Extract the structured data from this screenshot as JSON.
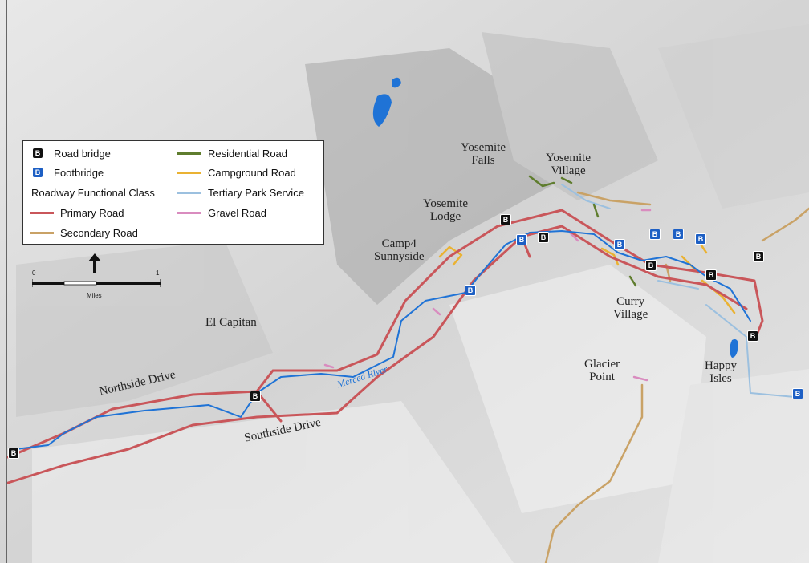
{
  "legend": {
    "road_bridge": "Road bridge",
    "footbridge": "Footbridge",
    "functional_class_heading": "Roadway Functional Class",
    "primary_road": "Primary Road",
    "secondary_road": "Secondary Road",
    "residential_road": "Residential Road",
    "campground_road": "Campground Road",
    "tertiary_park_service": "Tertiary Park Service",
    "gravel_road": "Gravel Road",
    "bridge_glyph": "B"
  },
  "scale": {
    "min": "0",
    "max": "1",
    "unit": "Miles"
  },
  "places": {
    "yosemite_falls": "Yosemite\nFalls",
    "yosemite_village": "Yosemite\nVillage",
    "yosemite_lodge": "Yosemite\nLodge",
    "camp4_sunnyside": "Camp4\nSunnyside",
    "curry_village": "Curry\nVillage",
    "el_capitan": "El Capitan",
    "glacier_point": "Glacier\nPoint",
    "happy_isles": "Happy\nIsles"
  },
  "roads": {
    "northside_drive": "Northside Drive",
    "southside_drive": "Southside Drive",
    "merced_river": "Merced River"
  },
  "colors": {
    "primary_road": "#c9565a",
    "secondary_road": "#c9a266",
    "residential_road": "#5f7d2e",
    "campground_road": "#eab232",
    "tertiary_park_service": "#9cc0df",
    "gravel_road": "#d98cbf",
    "river": "#1f73d6",
    "road_bridge": "#111111",
    "footbridge": "#1d5fc4"
  }
}
